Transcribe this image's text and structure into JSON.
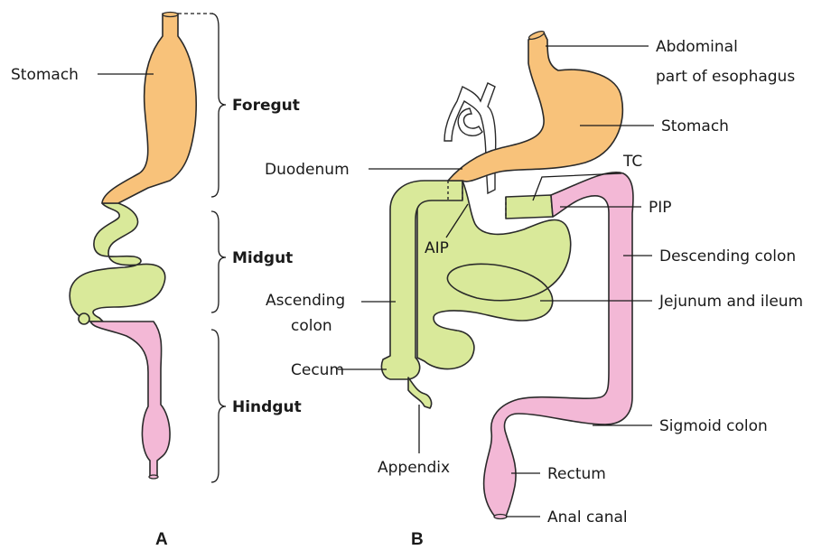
{
  "panels": {
    "a": "A",
    "b": "B"
  },
  "diagram_a": {
    "stomach": "Stomach",
    "foregut": "Foregut",
    "midgut": "Midgut",
    "hindgut": "Hindgut"
  },
  "diagram_b": {
    "abdominal_esophagus_line1": "Abdominal",
    "abdominal_esophagus_line2": "part of esophagus",
    "stomach": "Stomach",
    "duodenum": "Duodenum",
    "tc": "TC",
    "pip": "PIP",
    "aip": "AIP",
    "descending_colon": "Descending colon",
    "ascending_colon_line1": "Ascending",
    "ascending_colon_line2": "colon",
    "jejunum_ileum": "Jejunum and ileum",
    "cecum": "Cecum",
    "sigmoid_colon": "Sigmoid colon",
    "appendix": "Appendix",
    "rectum": "Rectum",
    "anal_canal": "Anal canal"
  },
  "colors": {
    "foregut": "#f8c27a",
    "midgut": "#d9e99a",
    "hindgut": "#f3b8d6",
    "outline": "#2a2a2a"
  }
}
